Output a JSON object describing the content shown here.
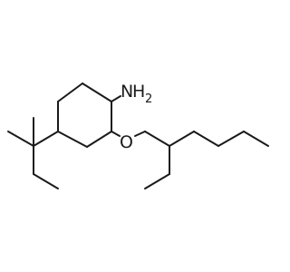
{
  "molecule": {
    "atoms": {
      "amine": {
        "element": "N",
        "hydrogens": "H",
        "count": "2"
      },
      "ether_oxygen": {
        "element": "O"
      }
    },
    "colors": {
      "bond": "#1a1a1a",
      "label": "#1a1a1a",
      "background": "#ffffff"
    }
  }
}
